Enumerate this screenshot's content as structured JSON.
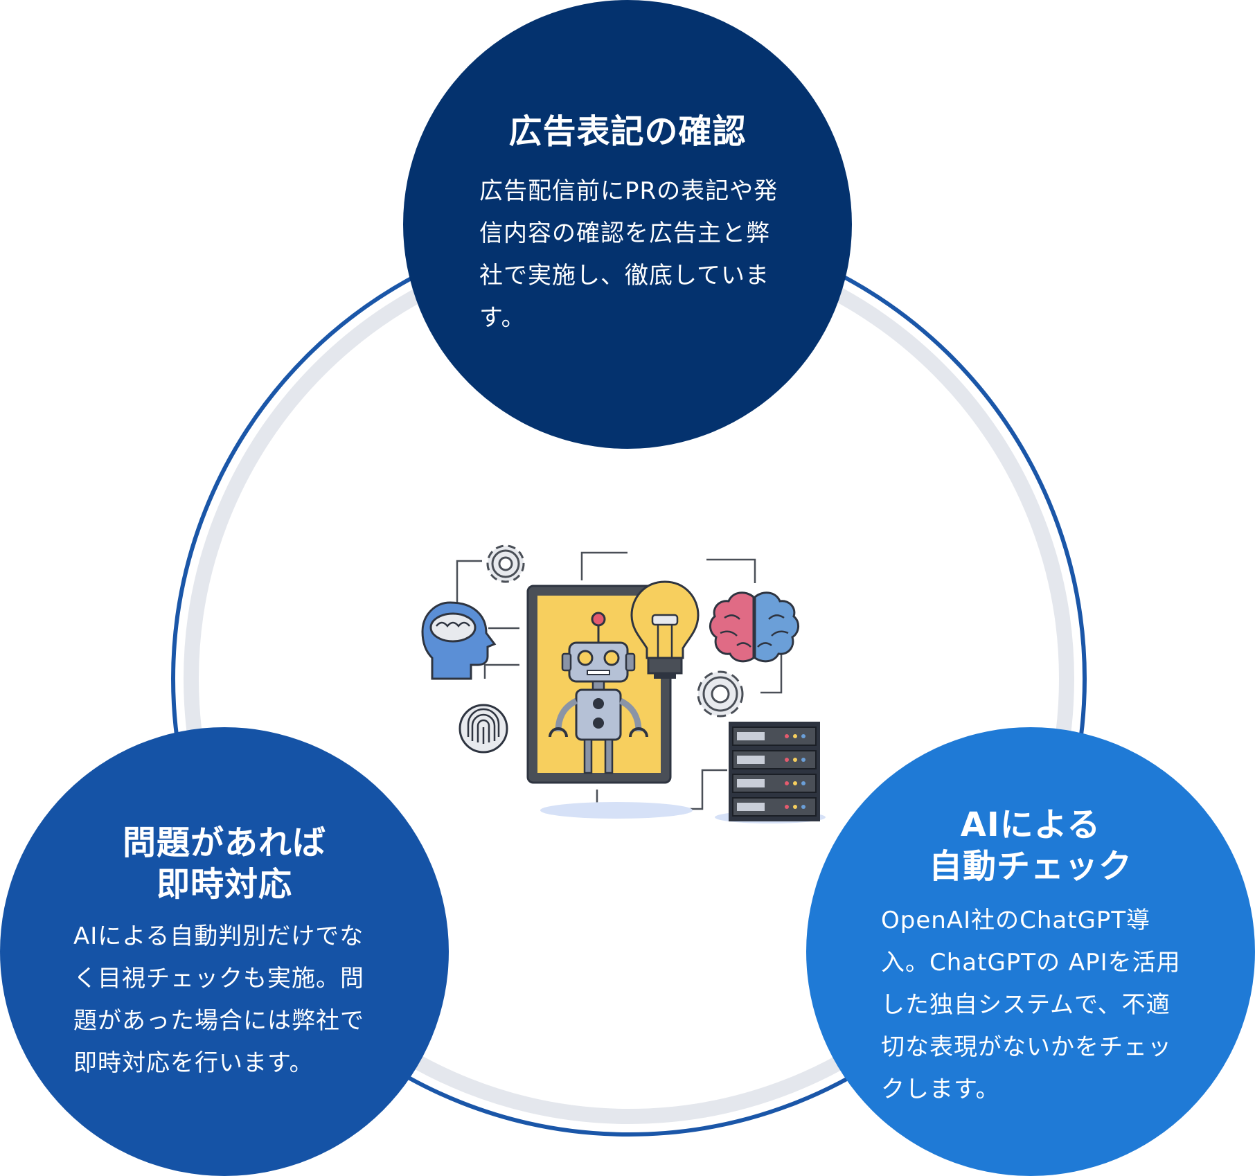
{
  "colors": {
    "ring": "#1a56a8",
    "ring_shadow": "#dfe3ea",
    "top_circle": "#04326e",
    "left_circle": "#1553a6",
    "right_circle": "#1f7ad6",
    "text": "#ffffff"
  },
  "top": {
    "heading": "広告表記の確認",
    "body": "広告配信前にPRの表記や発信内容の確認を広告主と弊社で実施し、徹底しています。"
  },
  "left": {
    "heading": "問題があれば\n即時対応",
    "body": "AIによる自動判別だけでなく目視チェックも実施。問題があった場合には弊社で即時対応を行います。"
  },
  "right": {
    "heading": "AIによる\n自動チェック",
    "body": "OpenAI社のChatGPT導入。ChatGPTの APIを活用した独自システムで、不適切な表現がないかをチェックします。"
  },
  "illustration": {
    "icons": [
      "gear-icon",
      "lightbulb-icon",
      "head-brain-icon",
      "robot-icon",
      "brain-icon",
      "fingerprint-icon",
      "server-rack-icon"
    ]
  }
}
